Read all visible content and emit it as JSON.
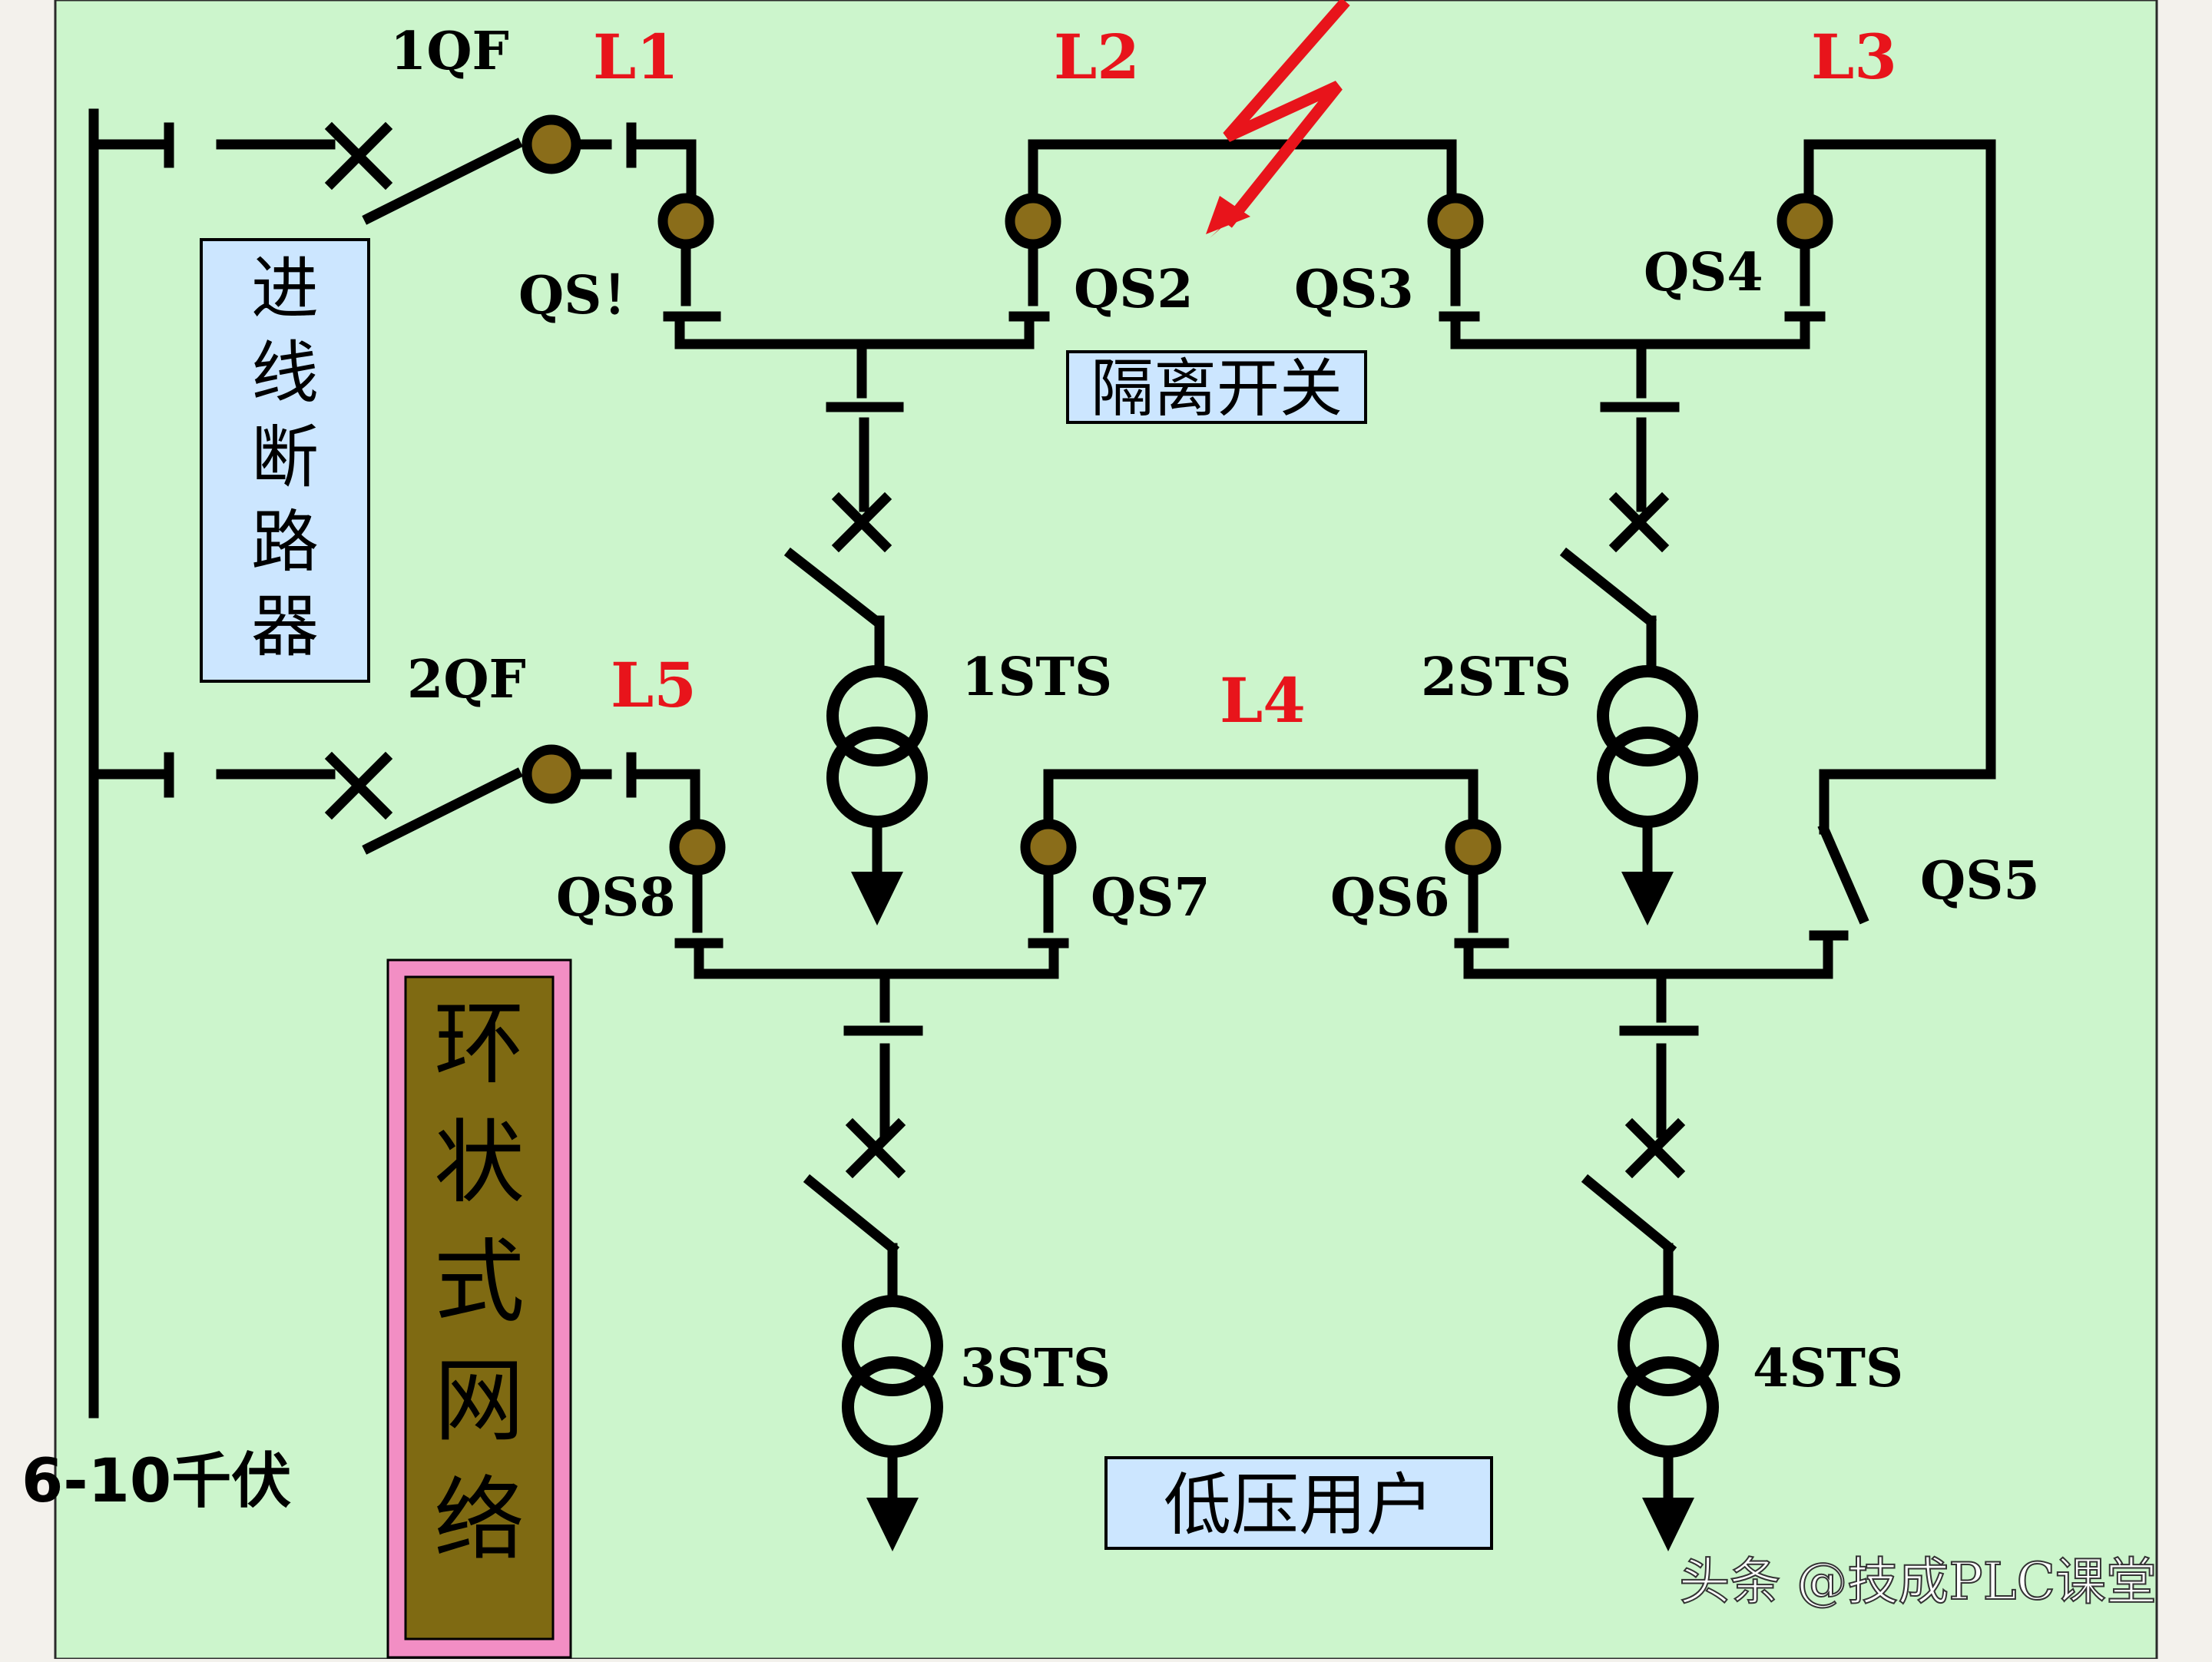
{
  "diagram": {
    "title_vertical_left": [
      "进",
      "线",
      "断",
      "路",
      "器"
    ],
    "isolator_label": "隔离开关",
    "ring_label": [
      "环",
      "状",
      "式",
      "网",
      "络"
    ],
    "low_voltage_label": "低压用户",
    "voltage_label": "6-10千伏",
    "breakers": [
      "1QF",
      "2QF"
    ],
    "lines": [
      "L1",
      "L2",
      "L3",
      "L4",
      "L5"
    ],
    "switches": [
      "QS！",
      "QS2",
      "QS3",
      "QS4",
      "QS5",
      "QS6",
      "QS7",
      "QS8"
    ],
    "transformers": [
      "1STS",
      "2STS",
      "3STS",
      "4STS"
    ],
    "watermark": "头条 @技成PLC课堂"
  },
  "colors": {
    "panel": "#ccf5cc",
    "line_label": "#e8141b",
    "label_box": "#cce6ff",
    "ring_box_fill": "#7f6a12",
    "ring_box_border": "#f28ec4",
    "fault": "#e8141b",
    "contact": "#8a6d1a"
  },
  "icons": {
    "fault": "lightning-fault-icon",
    "arrow": "down-arrow-icon",
    "transformer": "transformer-icon",
    "breaker": "breaker-icon",
    "isolator": "isolator-switch-icon"
  }
}
